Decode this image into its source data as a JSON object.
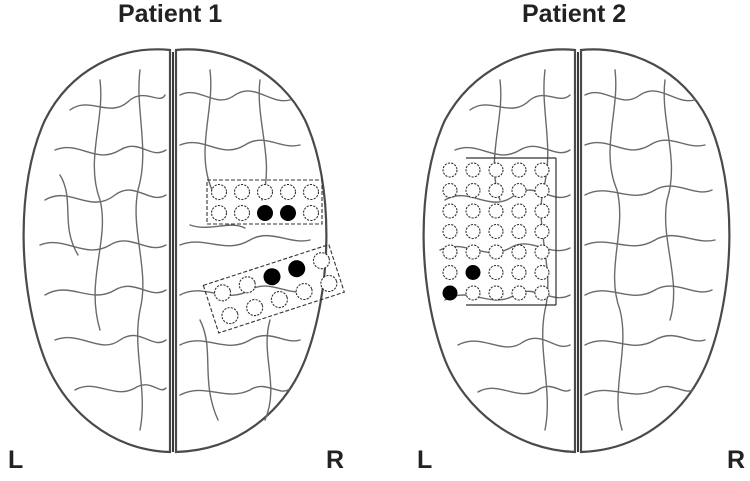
{
  "panels": [
    {
      "title": "Patient 1",
      "left_label": "L",
      "right_label": "R",
      "electrode_strips": [
        {
          "rows": 2,
          "cols": 5,
          "active": [
            [
              1,
              2
            ],
            [
              1,
              3
            ]
          ]
        },
        {
          "rows": 2,
          "cols": 5,
          "active": [
            [
              0,
              2
            ],
            [
              0,
              3
            ]
          ]
        }
      ]
    },
    {
      "title": "Patient 2",
      "left_label": "L",
      "right_label": "R",
      "electrode_grid": {
        "rows": 7,
        "cols": 5,
        "active": [
          [
            5,
            1
          ],
          [
            6,
            0
          ]
        ]
      }
    }
  ]
}
